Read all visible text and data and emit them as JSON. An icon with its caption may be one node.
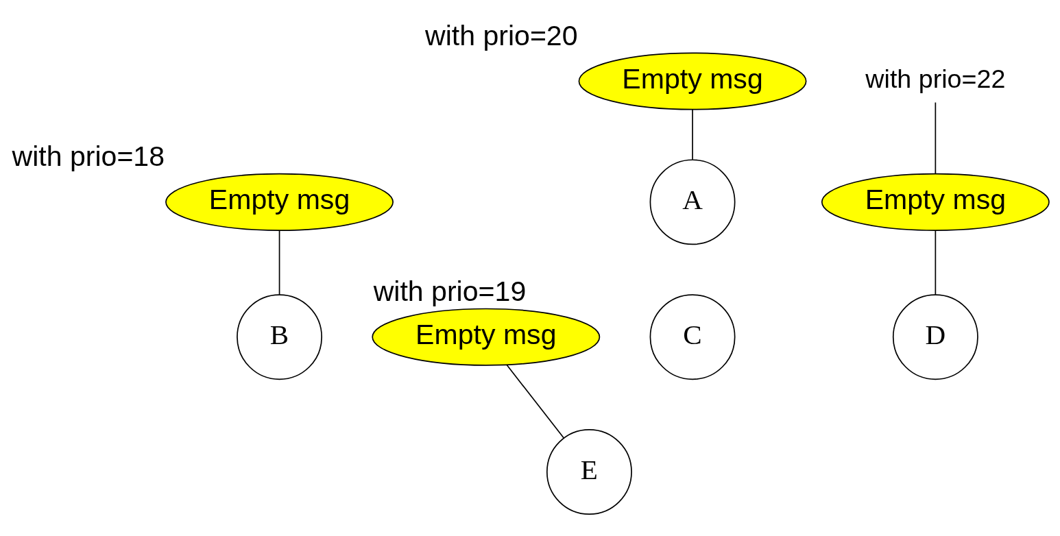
{
  "diagram": {
    "nodes": [
      {
        "text": [
          "Empty msg"
        ],
        "beside": [
          "with prio=18"
        ]
      },
      {
        "text": [
          "A"
        ]
      },
      {
        "text": [
          "Empty msg"
        ],
        "beside": [
          "with prio=20"
        ]
      },
      {
        "text": [
          "Empty msg"
        ]
      },
      {
        "text": [
          "B"
        ]
      },
      {
        "text": [
          "C"
        ]
      },
      {
        "text": [
          "D"
        ]
      },
      {
        "text": [
          "with prio=22"
        ]
      },
      {
        "text": [
          "E"
        ]
      },
      {
        "text": [
          "Empty msg"
        ],
        "beside": [
          "with prio=19"
        ]
      }
    ],
    "edges": [
      {
        "from": 0,
        "to": 4,
        "arrow": "none"
      },
      {
        "from": 2,
        "to": 1,
        "arrow": "none"
      },
      {
        "from": 3,
        "to": 6,
        "arrow": "none"
      },
      {
        "from": 7,
        "to": 3,
        "arrow": "none"
      },
      {
        "from": 9,
        "to": 8,
        "arrow": "none"
      }
    ]
  }
}
